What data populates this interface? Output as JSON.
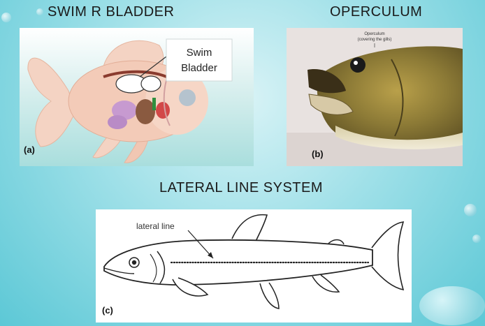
{
  "headings": {
    "swim_bladder": "SWIM R BLADDER",
    "operculum": "OPERCULUM",
    "lateral_line": "LATERAL LINE SYSTEM"
  },
  "panel_a": {
    "label": "(a)",
    "callout_line1": "Swim",
    "callout_line2": "Bladder"
  },
  "panel_b": {
    "label": "(b)",
    "caption_line1": "Operculum",
    "caption_line2": "(covering the gills)"
  },
  "panel_c": {
    "label": "(c)",
    "annotation": "lateral line"
  },
  "colors": {
    "background_center": "#d9f3f6",
    "background_edge": "#5cc8d6",
    "heading": "#1a1a1a",
    "goldfish_body": "#f3cbb8",
    "panel_a_water": "#a9dedd"
  }
}
